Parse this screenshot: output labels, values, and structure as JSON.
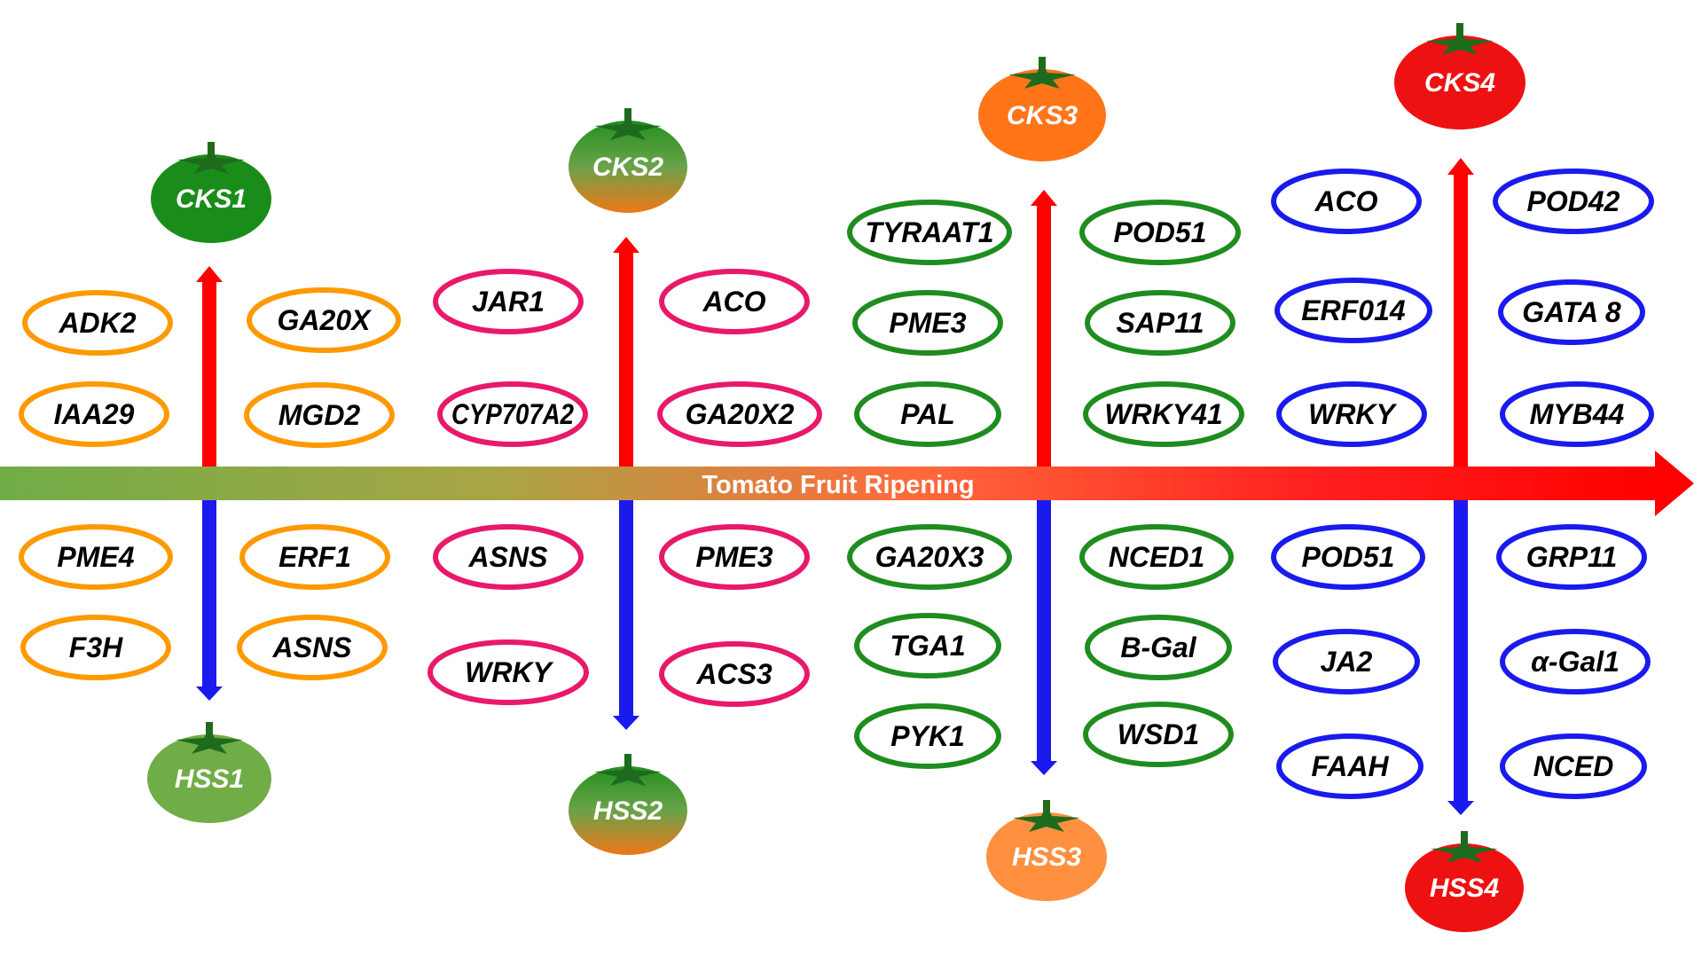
{
  "axis": {
    "title": "Tomato Fruit Ripening"
  },
  "stages": [
    {
      "color": "#ff9900",
      "up_tomato": {
        "label": "CKS1",
        "color": "#1a8c1a"
      },
      "down_tomato": {
        "label": "HSS1",
        "color": "#70ad47"
      },
      "genes_up": [
        "ADK2",
        "GA20X",
        "IAA29",
        "MGD2"
      ],
      "genes_down": [
        "PME4",
        "ERF1",
        "F3H",
        "ASNS"
      ]
    },
    {
      "color": "#e8196b",
      "up_tomato": {
        "label": "CKS2",
        "color": "gradient-green-orange"
      },
      "down_tomato": {
        "label": "HSS2",
        "color": "gradient-green-orange"
      },
      "genes_up": [
        "JAR1",
        "ACO",
        "CYP707A2",
        "GA20X2"
      ],
      "genes_down": [
        "ASNS",
        "PME3",
        "WRKY",
        "ACS3"
      ]
    },
    {
      "color": "#1f8c1f",
      "up_tomato": {
        "label": "CKS3",
        "color": "#ff7518"
      },
      "down_tomato": {
        "label": "HSS3",
        "color": "#ff9040"
      },
      "genes_up": [
        "TYRAAT1",
        "POD51",
        "PME3",
        "SAP11",
        "PAL",
        "WRKY41"
      ],
      "genes_down": [
        "GA20X3",
        "NCED1",
        "TGA1",
        "B-Gal",
        "PYK1",
        "WSD1"
      ]
    },
    {
      "color": "#1a1aee",
      "up_tomato": {
        "label": "CKS4",
        "color": "#ee1111"
      },
      "down_tomato": {
        "label": "HSS4",
        "color": "#ee1111"
      },
      "genes_up": [
        "ACO",
        "POD42",
        "ERF014",
        "GATA 8",
        "WRKY",
        "MYB44"
      ],
      "genes_down": [
        "POD51",
        "GRP11",
        "JA2",
        "α-Gal1",
        "FAAH",
        "NCED"
      ]
    }
  ],
  "colors": {
    "up_arrow": "#ff0000",
    "down_arrow": "#1a1aee",
    "stem": "#1e6b1e"
  }
}
